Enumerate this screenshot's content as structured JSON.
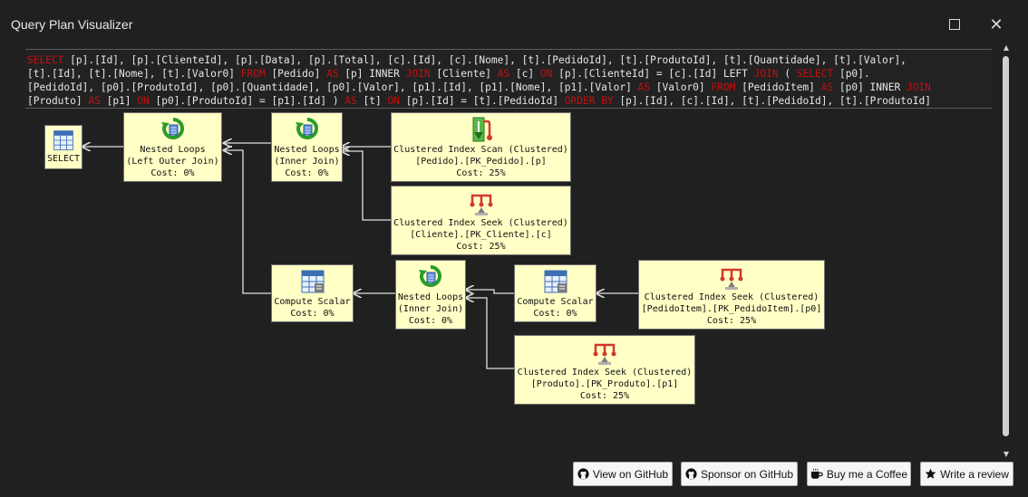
{
  "window": {
    "title": "Query Plan Visualizer"
  },
  "sql": {
    "lines": [
      [
        [
          "k",
          "SELECT"
        ],
        [
          "t",
          " [p].[Id], [p].[ClienteId], [p].[Data], [p].[Total], [c].[Id], [c].[Nome], [t].[PedidoId], [t].[ProdutoId], [t].[Quantidade], [t].[Valor],"
        ]
      ],
      [
        [
          "t",
          "[t].[Id], [t].[Nome], [t].[Valor0] "
        ],
        [
          "k",
          "FROM"
        ],
        [
          "t",
          " [Pedido] "
        ],
        [
          "k",
          "AS"
        ],
        [
          "t",
          " [p] INNER "
        ],
        [
          "k",
          "JOIN"
        ],
        [
          "t",
          " [Cliente] "
        ],
        [
          "k",
          "AS"
        ],
        [
          "t",
          " [c] "
        ],
        [
          "k",
          "ON"
        ],
        [
          "t",
          " [p].[ClienteId] = [c].[Id] LEFT "
        ],
        [
          "k",
          "JOIN"
        ],
        [
          "t",
          " ( "
        ],
        [
          "k",
          "SELECT"
        ],
        [
          "t",
          " [p0]."
        ]
      ],
      [
        [
          "t",
          "[PedidoId], [p0].[ProdutoId], [p0].[Quantidade], [p0].[Valor], [p1].[Id], [p1].[Nome], [p1].[Valor] "
        ],
        [
          "k",
          "AS"
        ],
        [
          "t",
          " [Valor0] "
        ],
        [
          "k",
          "FROM"
        ],
        [
          "t",
          " [PedidoItem] "
        ],
        [
          "k",
          "AS"
        ],
        [
          "t",
          " [p0] INNER "
        ],
        [
          "k",
          "JOIN"
        ]
      ],
      [
        [
          "t",
          "[Produto] "
        ],
        [
          "k",
          "AS"
        ],
        [
          "t",
          " [p1] "
        ],
        [
          "k",
          "ON"
        ],
        [
          "t",
          " [p0].[ProdutoId] = [p1].[Id] ) "
        ],
        [
          "k",
          "AS"
        ],
        [
          "t",
          " [t] "
        ],
        [
          "k",
          "ON"
        ],
        [
          "t",
          " [p].[Id] = [t].[PedidoId] "
        ],
        [
          "k",
          "ORDER BY"
        ],
        [
          "t",
          " [p].[Id], [c].[Id], [t].[PedidoId], [t].[ProdutoId]"
        ]
      ]
    ]
  },
  "plan": {
    "nodes": [
      {
        "id": "select",
        "icon": "select-table-icon",
        "lines": [
          "SELECT"
        ]
      },
      {
        "id": "nl-outer",
        "icon": "nested-loops-icon",
        "lines": [
          "Nested Loops",
          "(Left Outer Join)",
          "Cost: 0%"
        ]
      },
      {
        "id": "nl-inner-1",
        "icon": "nested-loops-icon",
        "lines": [
          "Nested Loops",
          "(Inner Join)",
          "Cost: 0%"
        ]
      },
      {
        "id": "scan-pedido",
        "icon": "clustered-index-scan-icon",
        "lines": [
          "Clustered Index Scan (Clustered)",
          "[Pedido].[PK_Pedido].[p]",
          "Cost: 25%"
        ]
      },
      {
        "id": "seek-cliente",
        "icon": "clustered-index-seek-icon",
        "lines": [
          "Clustered Index Seek (Clustered)",
          "[Cliente].[PK_Cliente].[c]",
          "Cost: 25%"
        ]
      },
      {
        "id": "compute-1",
        "icon": "compute-scalar-icon",
        "lines": [
          "Compute Scalar",
          "Cost: 0%"
        ]
      },
      {
        "id": "nl-inner-2",
        "icon": "nested-loops-icon",
        "lines": [
          "Nested Loops",
          "(Inner Join)",
          "Cost: 0%"
        ]
      },
      {
        "id": "compute-2",
        "icon": "compute-scalar-icon",
        "lines": [
          "Compute Scalar",
          "Cost: 0%"
        ]
      },
      {
        "id": "seek-pedidoitem",
        "icon": "clustered-index-seek-icon",
        "lines": [
          "Clustered Index Seek (Clustered)",
          "[PedidoItem].[PK_PedidoItem].[p0]",
          "Cost: 25%"
        ]
      },
      {
        "id": "seek-produto",
        "icon": "clustered-index-seek-icon",
        "lines": [
          "Clustered Index Seek (Clustered)",
          "[Produto].[PK_Produto].[p1]",
          "Cost: 25%"
        ]
      }
    ]
  },
  "footer": {
    "view_github": "View on GitHub",
    "sponsor_github": "Sponsor on GitHub",
    "buy_coffee": "Buy me a Coffee",
    "write_review": "Write a review"
  },
  "colors": {
    "keyword": "#c01010",
    "node_bg": "#ffffc6",
    "background": "#202020"
  }
}
